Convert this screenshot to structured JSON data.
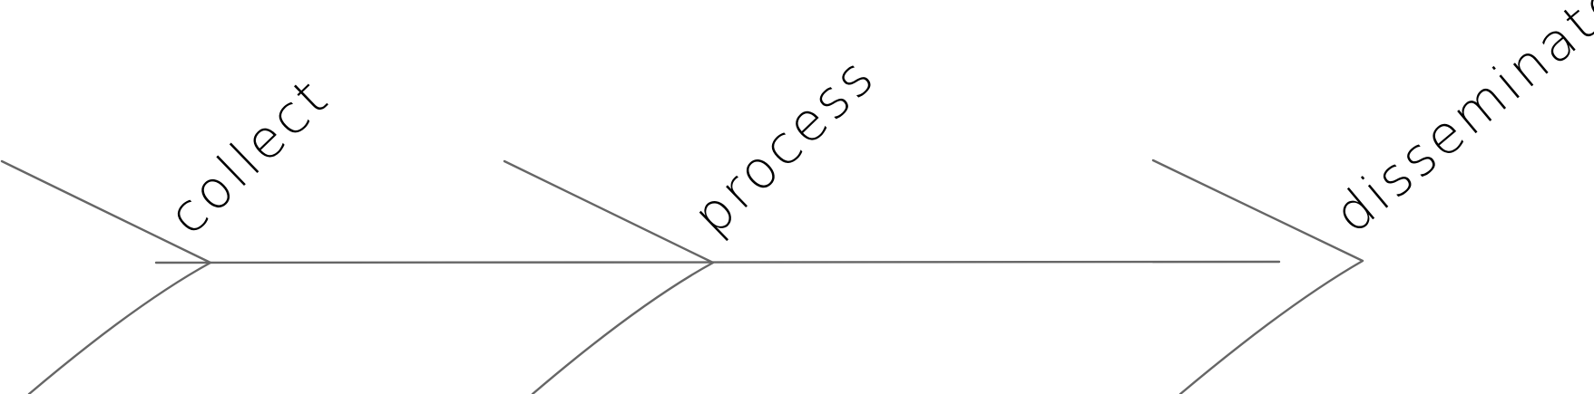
{
  "diagram": {
    "type": "arrow-chevron-flow",
    "line_color": "#666666",
    "label_color": "#000000",
    "stages": [
      {
        "label": "collect"
      },
      {
        "label": "process"
      },
      {
        "label": "disseminate"
      }
    ]
  }
}
